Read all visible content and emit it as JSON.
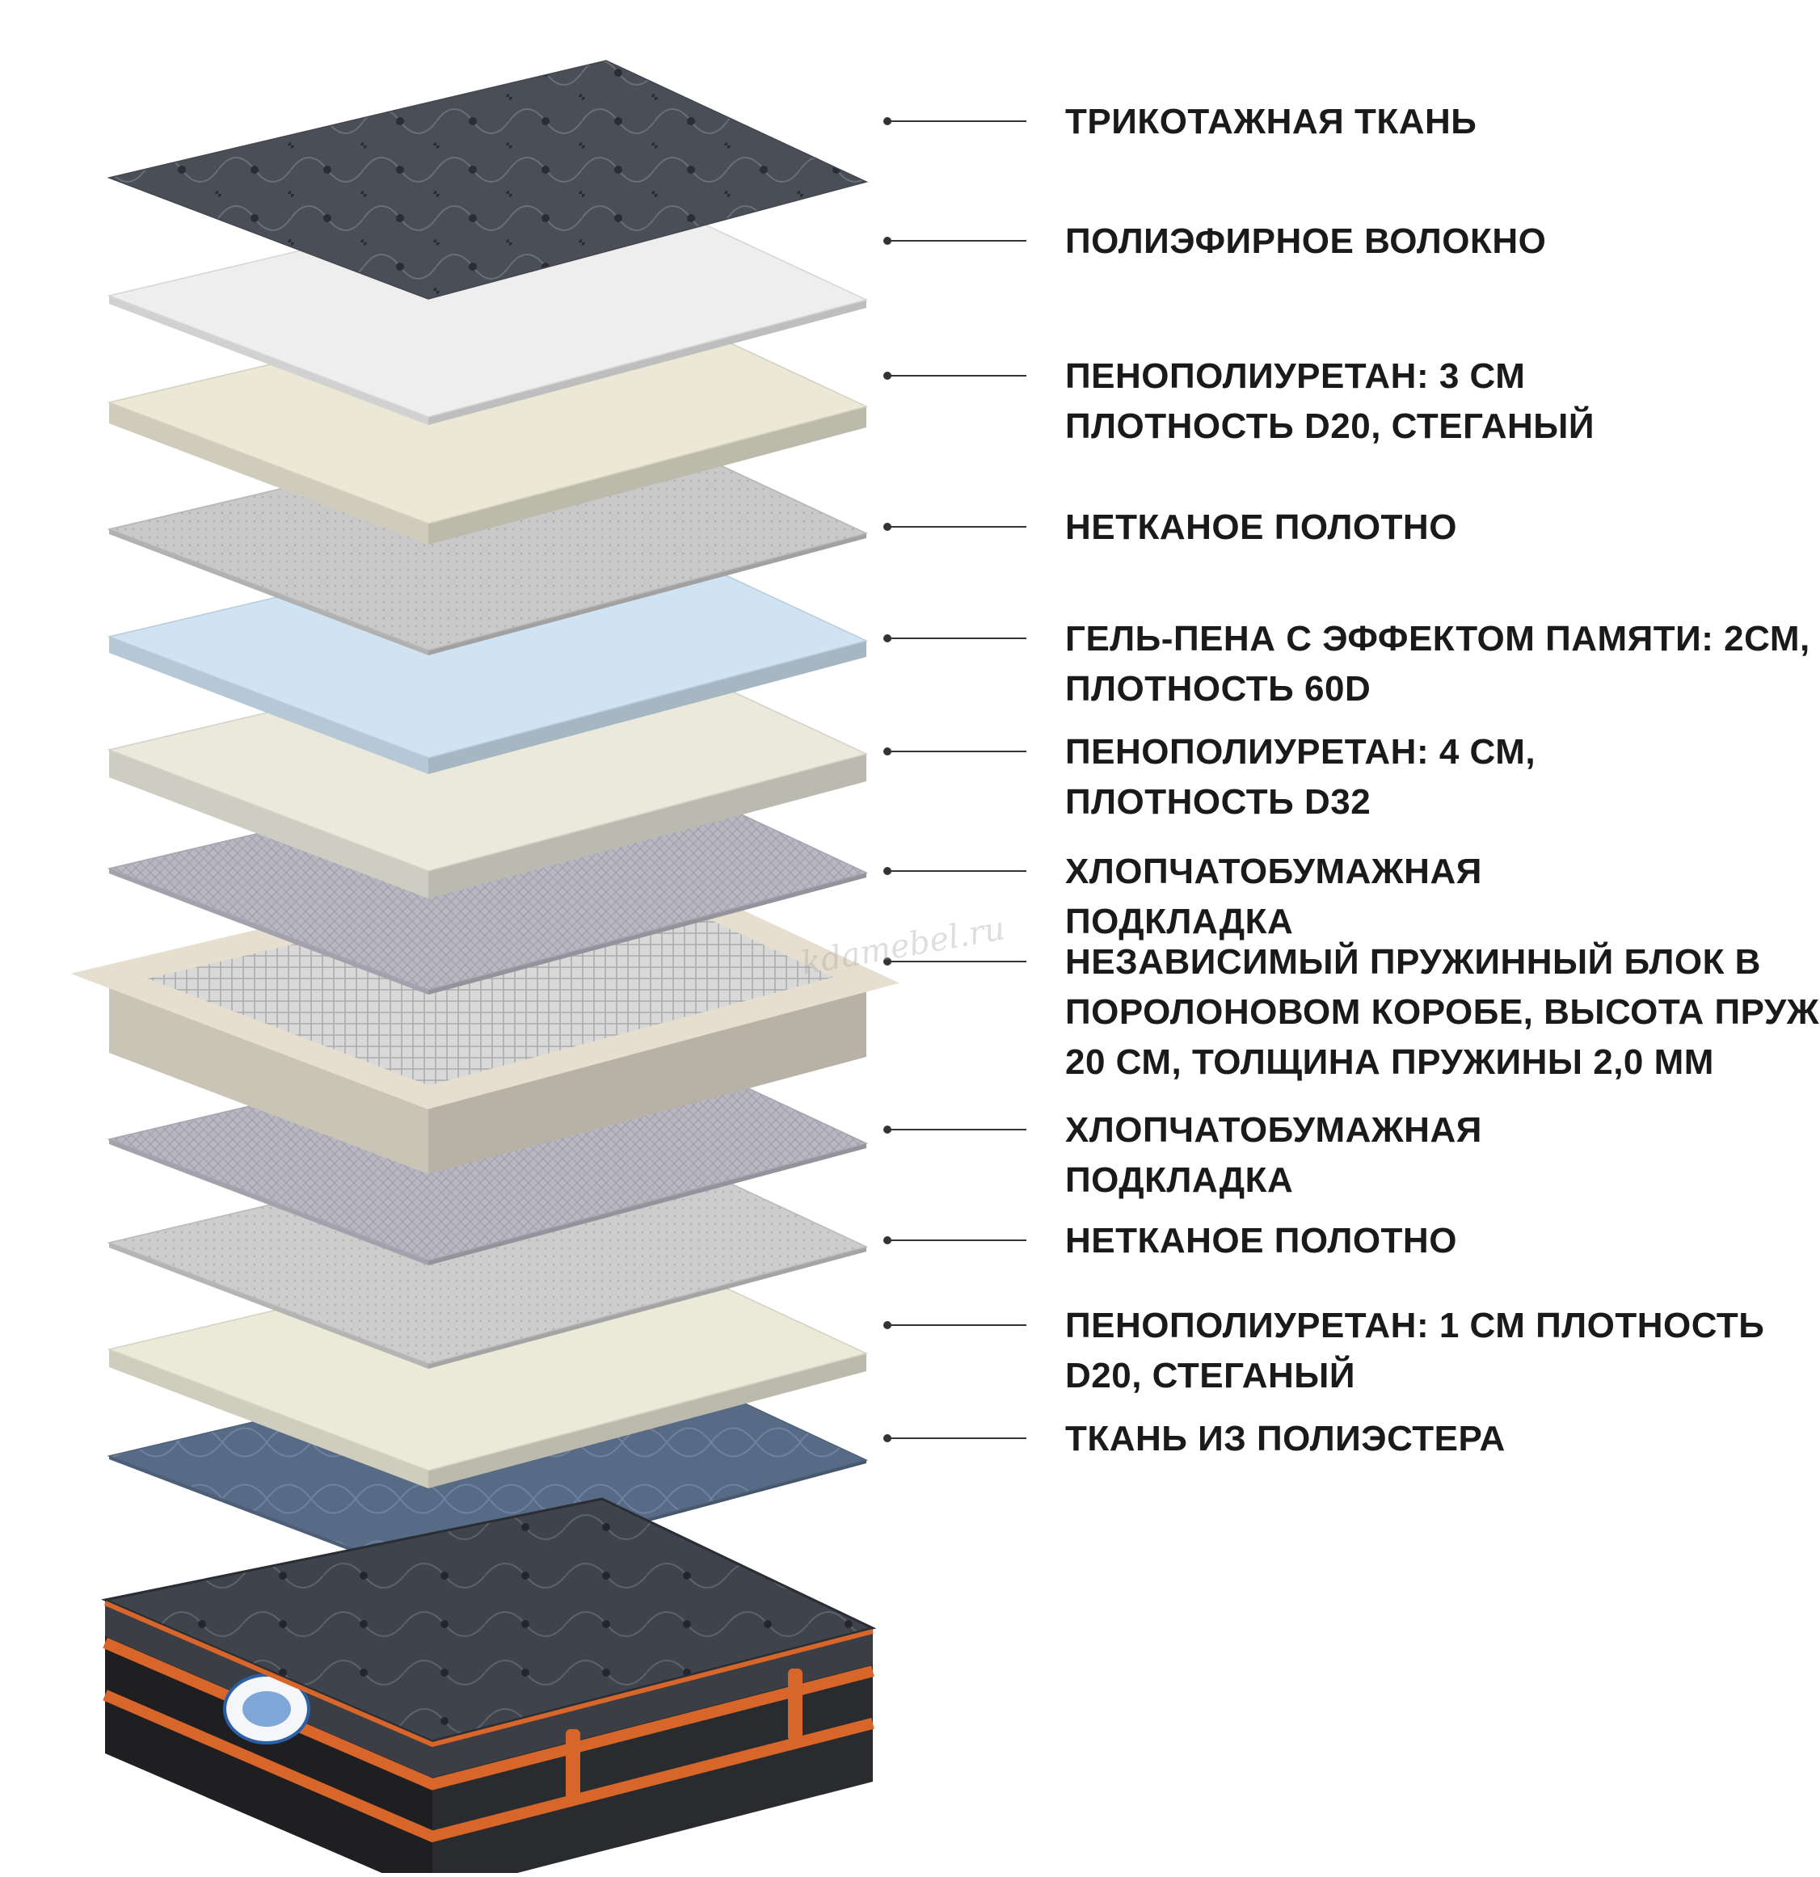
{
  "layers": [
    {
      "id": "knit-fabric",
      "lines": [
        "ТРИКОТАЖНАЯ ТКАНЬ"
      ],
      "color": "#4a4e57"
    },
    {
      "id": "polyester-fiber",
      "lines": [
        "ПОЛИЭФИРНОЕ ВОЛОКНО"
      ],
      "color": "#eeeeee"
    },
    {
      "id": "ppu-3cm",
      "lines": [
        "ПЕНОПОЛИУРЕТАН: 3 СМ",
        "ПЛОТНОСТЬ D20, СТЕГАНЫЙ"
      ],
      "color": "#ebe8d6"
    },
    {
      "id": "nonwoven-top",
      "lines": [
        "НЕТКАНОЕ ПОЛОТНО"
      ],
      "color": "#c9c9c9"
    },
    {
      "id": "gel-memory-foam",
      "lines": [
        "ГЕЛЬ-ПЕНА С ЭФФЕКТОМ ПАМЯТИ: 2СМ,",
        "ПЛОТНОСТЬ 60D"
      ],
      "color": "#cfe3f3"
    },
    {
      "id": "ppu-4cm",
      "lines": [
        "ПЕНОПОЛИУРЕТАН: 4 СМ,",
        "ПЛОТНОСТЬ D32"
      ],
      "color": "#eae9dc"
    },
    {
      "id": "cotton-pad-top",
      "lines": [
        "ХЛОПЧАТОБУМАЖНАЯ",
        "ПОДКЛАДКА"
      ],
      "color": "#b9b7c2"
    },
    {
      "id": "spring-block",
      "lines": [
        "НЕЗАВИСИМЫЙ ПРУЖИННЫЙ БЛОК В",
        "ПОРОЛОНОВОМ КОРОБЕ, ВЫСОТА ПРУЖИН",
        "20 СМ, ТОЛЩИНА ПРУЖИНЫ 2,0 ММ"
      ],
      "color": "#e6dfcf"
    },
    {
      "id": "cotton-pad-bottom",
      "lines": [
        "ХЛОПЧАТОБУМАЖНАЯ",
        "ПОДКЛАДКА"
      ],
      "color": "#b9b7c2"
    },
    {
      "id": "nonwoven-bottom",
      "lines": [
        "НЕТКАНОЕ ПОЛОТНО"
      ],
      "color": "#cdcdcd"
    },
    {
      "id": "ppu-1cm",
      "lines": [
        "ПЕНОПОЛИУРЕТАН: 1 СМ ПЛОТНОСТЬ",
        "D20, СТЕГАНЫЙ"
      ],
      "color": "#ebe9d8"
    },
    {
      "id": "polyester-fabric",
      "lines": [
        "ТКАНЬ ИЗ ПОЛИЭСТЕРА"
      ],
      "color": "#586b86"
    }
  ],
  "watermark": "kdamebel.ru",
  "colors": {
    "text": "#1a1a1a",
    "leader_line": "#333333",
    "mattress_body": "#3b3e45",
    "mattress_trim": "#d8652a",
    "mattress_base": "#1f1f22"
  }
}
